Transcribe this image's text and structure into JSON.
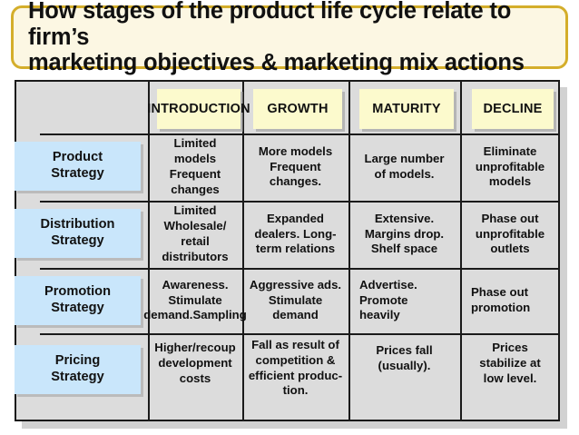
{
  "title": {
    "line1": "How stages of the product life cycle relate to firm’s",
    "line2": "marketing objectives & marketing mix actions"
  },
  "colors": {
    "title_border": "#d4ae2b",
    "title_fill": "#fcf7e3",
    "table_fill": "#dcdcdc",
    "stage_chip_fill": "#fcfacd",
    "row_chip_fill": "#c9e6fb",
    "rule": "#1a1a1a",
    "page_background": "#ffffff"
  },
  "table": {
    "corner_label": "",
    "stages": [
      {
        "label": "INTRODUCTION"
      },
      {
        "label": "GROWTH"
      },
      {
        "label": "MATURITY"
      },
      {
        "label": "DECLINE"
      }
    ],
    "rows": [
      {
        "label": "Product\nStrategy",
        "label_line1": "Product",
        "label_line2": "Strategy",
        "cells": [
          "Limited models\nFrequent\nchanges",
          "More models\nFrequent\nchanges.",
          "Large number\nof models.",
          "Eliminate\nunprofitable\nmodels"
        ]
      },
      {
        "label": "Distribution\nStrategy",
        "label_line1": "Distribution",
        "label_line2": "Strategy",
        "cells": [
          "Limited\nWholesale/\nretail distributors",
          "Expanded\ndealers. Long-\nterm relations",
          "Extensive.\nMargins drop.\nShelf space",
          "Phase out\nunprofitable\noutlets"
        ]
      },
      {
        "label": "Promotion\nStrategy",
        "label_line1": "Promotion",
        "label_line2": "Strategy",
        "cells": [
          "Awareness.\nStimulate\ndemand.Sampling",
          "Aggressive ads.\nStimulate\ndemand",
          "Advertise.\nPromote\nheavily",
          "Phase out\npromotion"
        ]
      },
      {
        "label": "Pricing\nStrategy",
        "label_line1": "Pricing",
        "label_line2": "Strategy",
        "cells": [
          "Higher/recoup\ndevelopment\ncosts",
          "Fall as result of\ncompetition &\nefficient produc-\ntion.",
          "Prices fall\n(usually).",
          "Prices\nstabilize at\nlow level."
        ]
      }
    ]
  }
}
